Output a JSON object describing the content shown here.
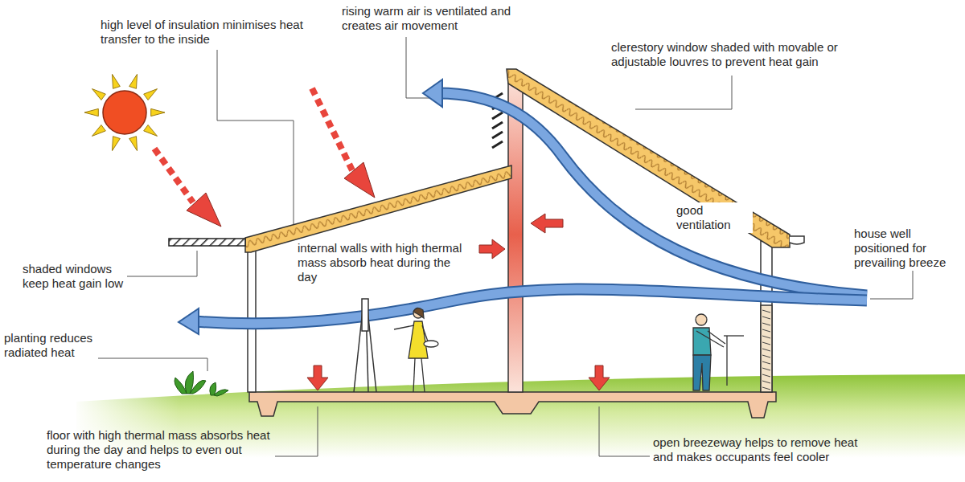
{
  "diagram": {
    "labels": [
      "high level of insulation minimises heat transfer to the inside",
      "rising warm air is ventilated and creates air movement",
      "clerestory window shaded with movable or adjustable louvres to prevent heat gain",
      "good ventilation",
      "house well positioned for prevailing breeze",
      "internal walls with high thermal mass absorb heat during the day",
      "shaded windows keep heat gain low",
      "planting reduces radiated heat",
      "floor with high thermal mass absorbs heat during the day and helps to even out temperature changes",
      "open breezeway helps to remove heat and makes occupants feel cooler"
    ]
  }
}
